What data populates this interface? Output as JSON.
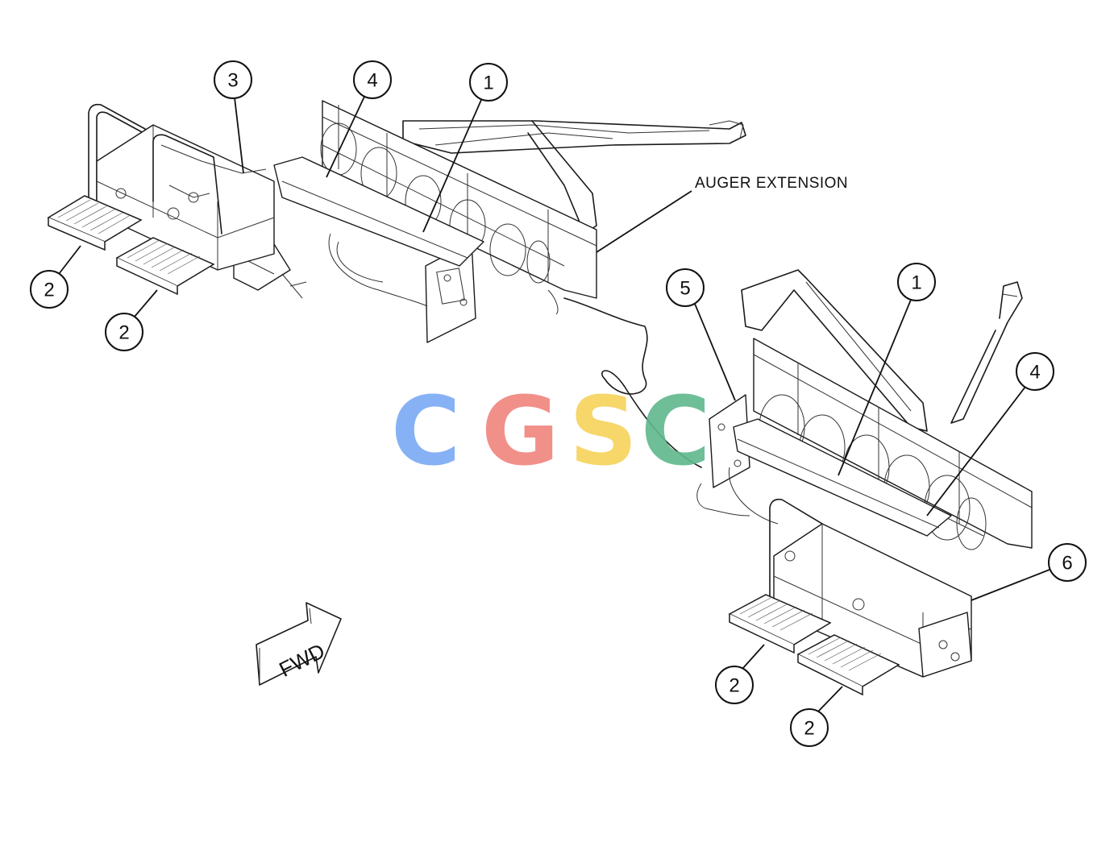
{
  "diagram": {
    "label_auger_extension": "AUGER EXTENSION",
    "fwd_arrow_text": "FWD",
    "callouts": {
      "upper_3": "3",
      "upper_4": "4",
      "upper_1": "1",
      "upper_2a": "2",
      "upper_2b": "2",
      "lower_5": "5",
      "lower_1": "1",
      "lower_4": "4",
      "lower_6": "6",
      "lower_2a": "2",
      "lower_2b": "2"
    },
    "watermark": {
      "letters": [
        "C",
        "G",
        "S",
        "C"
      ],
      "colors": [
        "#7aa9f5",
        "#f0857d",
        "#f7d25a",
        "#5fb88c"
      ]
    }
  }
}
